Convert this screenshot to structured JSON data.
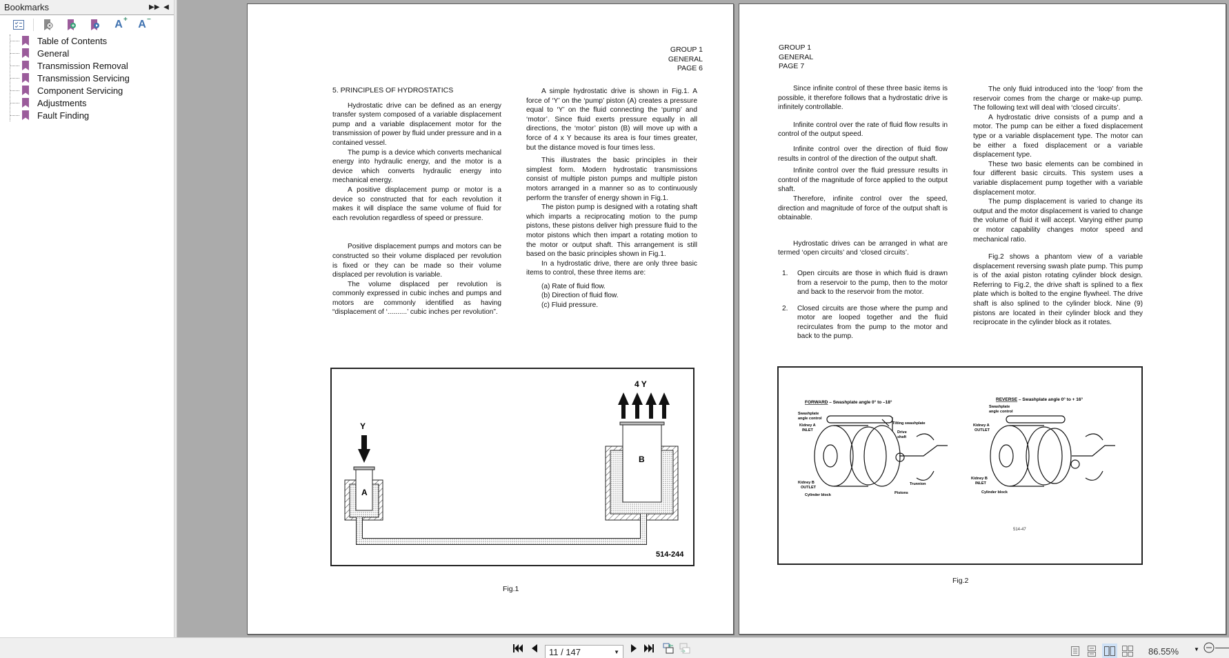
{
  "sidebar": {
    "title": "Bookmarks",
    "header_buttons": [
      "expand-panel",
      "collapse-panel"
    ],
    "toolbar": [
      {
        "name": "bookmark-options-icon"
      },
      {
        "name": "delete-bookmark-icon"
      },
      {
        "name": "add-bookmark-icon"
      },
      {
        "name": "goto-bookmark-icon"
      },
      {
        "name": "increase-font-icon",
        "label": "A",
        "sup": "+"
      },
      {
        "name": "decrease-font-icon",
        "label": "A",
        "sup": "−"
      }
    ],
    "bookmarks": [
      {
        "label": "Table of Contents"
      },
      {
        "label": "General"
      },
      {
        "label": "Transmission Removal"
      },
      {
        "label": "Transmission Servicing"
      },
      {
        "label": "Component Servicing"
      },
      {
        "label": "Adjustments"
      },
      {
        "label": "Fault Finding"
      }
    ]
  },
  "page1": {
    "header": [
      "GROUP  1",
      "GENERAL",
      "PAGE 6"
    ],
    "section_title": "5. PRINCIPLES OF HYDROSTATICS",
    "col_left": [
      "Hydrostatic drive can be defined as an energy transfer system composed of a variable displacement pump and a variable displacement motor for the transmission of power by fluid under pressure and in a contained vessel.",
      "The pump is a device which converts mechanical energy into hydraulic energy, and the motor is a device which converts hydraulic energy into mechanical energy.",
      "A positive displacement pump or motor is a device so constructed that for each revolution it makes it will displace the same volume of fluid for each revolution regardless of speed or pressure.",
      "Positive displacement pumps and motors can be constructed so their volume displaced per revolution is fixed or they can be made so their volume displaced per revolution is variable.",
      "The volume displaced per revolution is commonly expressed in cubic inches and pumps and motors are commonly identified as having “displacement of ‘..........’ cubic inches per revolution”."
    ],
    "col_right": [
      "A simple hydrostatic drive is shown in Fig.1. A force of ‘Y’ on the ‘pump’ piston (A) creates a pressure equal to ‘Y’ on the fluid connecting the ‘pump’ and ‘motor’. Since fluid exerts pressure equally in all directions, the ‘motor’ piston (B) will move up with a force of 4 x Y because its area is four times greater, but the distance moved is four times less.",
      "This illustrates the basic principles in their simplest form. Modern hydrostatic transmissions consist of multiple piston pumps and multiple piston motors arranged in a manner so as to continuously perform the transfer of energy shown in Fig.1.",
      "The piston pump is designed with a rotating shaft which imparts a reciprocating motion to the pump pistons, these pistons deliver high pressure fluid to the motor pistons which then impart a rotating motion to the motor or output shaft. This arrangement is still based on the basic principles shown in Fig.1.",
      "In a hydrostatic drive, there are only three basic items to control, these three items are:"
    ],
    "items": [
      "(a)  Rate of fluid flow.",
      "(b)  Direction of fluid flow.",
      "(c)  Fluid pressure."
    ],
    "figure": {
      "label_y": "Y",
      "label_4y": "4 Y",
      "label_a": "A",
      "label_b": "B",
      "ref": "514-244",
      "caption": "Fig.1"
    }
  },
  "page2": {
    "header": [
      "GROUP 1",
      "GENERAL",
      "PAGE 7"
    ],
    "col_left": [
      "Since infinite control of these three basic items is possible, it therefore follows that a hydrostatic drive is infinitely controllable.",
      "Infinite control over the rate of fluid flow results in control of the output speed.",
      "Infinite control over the direction of fluid flow results in control of the direction of the output shaft.",
      "Infinite control over the fluid pressure results in control of the magnitude of force applied to the output shaft.",
      "Therefore, infinite control over the speed, direction and magnitude of force of the output shaft is obtainable.",
      "Hydrostatic drives can be arranged in what are termed ‘open circuits’ and ‘closed circuits’."
    ],
    "numbered": [
      {
        "num": "1.",
        "text": "Open circuits are those in which fluid is drawn from a reservoir to the pump, then to the motor and back to the reservoir from the motor."
      },
      {
        "num": "2.",
        "text": "Closed circuits are those where the pump and motor are looped together and the fluid recirculates from the pump to the motor and back to the pump."
      }
    ],
    "col_right": [
      "The only fluid introduced into the ‘loop’ from the reservoir comes from the charge or make-up pump. The following text will deal with ‘closed circuits’.",
      "A hydrostatic drive consists of a pump and a motor. The pump can be either a fixed displacement type or a variable displacement type. The motor can be either a fixed displacement or a variable displacement type.",
      "These two basic elements can be combined in four different basic circuits. This system uses a variable displacement pump together with a variable displacement motor.",
      "The pump displacement is varied to change its output and the motor displacement is varied to change the volume of fluid it will accept. Varying either pump or motor capability changes motor speed and mechanical ratio.",
      "Fig.2 shows a phantom view of a variable displacement reversing swash plate pump. This pump is of the axial piston rotating cylinder block design. Referring to Fig.2, the drive shaft is splined to a flex plate which is bolted to the engine flywheel. The drive shaft is also splined to the cylinder block. Nine (9) pistons are located in their cylinder block and they reciprocate in the cylinder block as it rotates."
    ],
    "figure": {
      "forward_title": "FORWARD",
      "forward_sub": " – Swashplate angle 0° to –18°",
      "reverse_title": "REVERSE",
      "reverse_sub": " – Swashplate angle 0° to + 16°",
      "fwd_labels": {
        "control": "Swashplate angle control",
        "kidney_a": "Kidney A INLET",
        "kidney_b": "Kidney B OUTLET",
        "cyl": "Cylinder block",
        "tilting": "Tilting swashplate",
        "drive": "Drive shaft",
        "trunnion": "Trunnion",
        "pistons": "Pistons"
      },
      "rev_labels": {
        "control": "Swashplate angle control",
        "kidney_a": "Kidney A OUTLET",
        "kidney_b": "Kidney B INLET",
        "cyl": "Cylinder block"
      },
      "ref": "514-47",
      "caption": "Fig.2"
    }
  },
  "statusbar": {
    "page_value": "11 / 147",
    "zoom": "86.55%"
  }
}
